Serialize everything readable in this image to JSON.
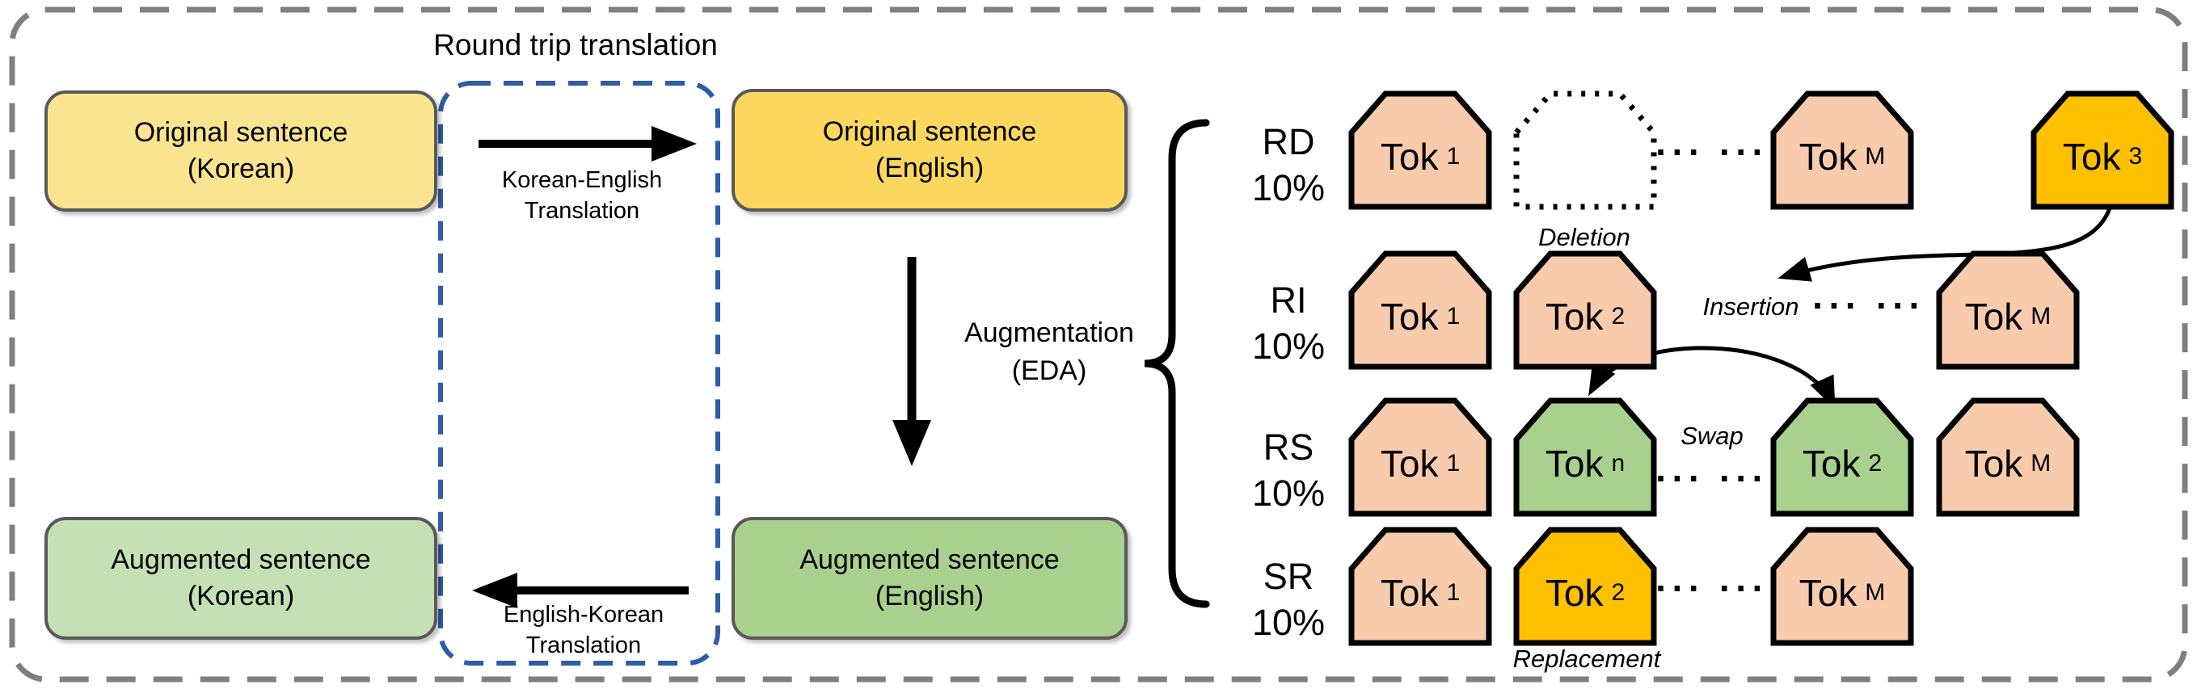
{
  "title": "Round trip translation",
  "boxes": {
    "original_korean": {
      "line1": "Original sentence",
      "line2": "(Korean)"
    },
    "original_english": {
      "line1": "Original sentence",
      "line2": "(English)"
    },
    "augmented_english": {
      "line1": "Augmented sentence",
      "line2": "(English)"
    },
    "augmented_korean": {
      "line1": "Augmented sentence",
      "line2": "(Korean)"
    }
  },
  "arrows": {
    "ko_en": {
      "line1": "Korean-English",
      "line2": "Translation"
    },
    "en_ko": {
      "line1": "English-Korean",
      "line2": "Translation"
    },
    "augmentation": {
      "line1": "Augmentation",
      "line2": "(EDA)"
    }
  },
  "eda_rows": [
    {
      "id": "rd",
      "label": "RD",
      "pct": "10%",
      "annotation": "Deletion"
    },
    {
      "id": "ri",
      "label": "RI",
      "pct": "10%",
      "annotation": "Insertion"
    },
    {
      "id": "rs",
      "label": "RS",
      "pct": "10%",
      "annotation": "Swap"
    },
    {
      "id": "sr",
      "label": "SR",
      "pct": "10%",
      "annotation": "Replacement"
    }
  ],
  "tokens": {
    "rd1": {
      "label": "Tok",
      "sub": "1"
    },
    "rdM": {
      "label": "Tok",
      "sub": "M"
    },
    "tok3": {
      "label": "Tok",
      "sub": "3"
    },
    "ri1": {
      "label": "Tok",
      "sub": "1"
    },
    "ri2": {
      "label": "Tok",
      "sub": "2"
    },
    "riM": {
      "label": "Tok",
      "sub": "M"
    },
    "rs1": {
      "label": "Tok",
      "sub": "1"
    },
    "rsn": {
      "label": "Tok",
      "sub": "n"
    },
    "rs2": {
      "label": "Tok",
      "sub": "2"
    },
    "rsM": {
      "label": "Tok",
      "sub": "M"
    },
    "sr1": {
      "label": "Tok",
      "sub": "1"
    },
    "sr2": {
      "label": "Tok",
      "sub": "2"
    },
    "srM": {
      "label": "Tok",
      "sub": "M"
    }
  },
  "dots": "··· ···",
  "colors": {
    "outer_border": "#7F7F7F",
    "rtt_border": "#2E5CA6",
    "box_border": "#595959",
    "original_korean_fill": "#FAE48F",
    "original_english_fill": "#FBD75E",
    "augmented_korean_fill": "#C5E0B4",
    "augmented_english_fill": "#A9D18E",
    "token_salmon": "#F8CBAD",
    "token_green": "#A9D18E",
    "token_gold": "#FFC000",
    "arrow_black": "#000000"
  }
}
